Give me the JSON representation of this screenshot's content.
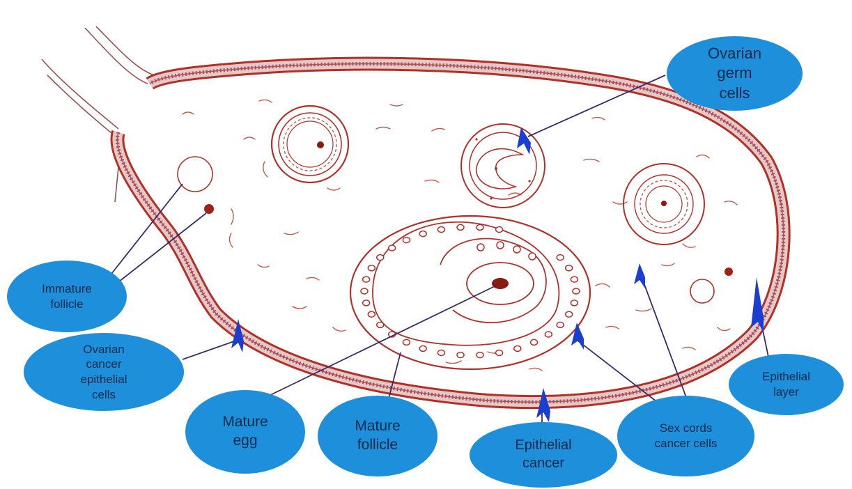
{
  "labels": {
    "ovarian_germ_cells": "Ovarian\ngerm\ncells",
    "immature_follicle": "Immature\nfollicle",
    "ovarian_cancer_epithelial_cells": "Ovarian\ncancer\nepithelial\ncells",
    "mature_egg": "Mature\negg",
    "mature_follicle": "Mature\nfollicle",
    "epithelial_cancer": "Epithelial\ncancer",
    "sex_cords_cancer_cells": "Sex cords\ncancer cells",
    "epithelial_layer": "Epithelial\nlayer"
  },
  "colors": {
    "bubble": "#1e8fdb",
    "tissue": "#b0302a",
    "inner_ring": "#7a5a8c",
    "marker": "#1a3fd0",
    "leader": "#3b2a6a",
    "text": "#0b2a4a"
  }
}
